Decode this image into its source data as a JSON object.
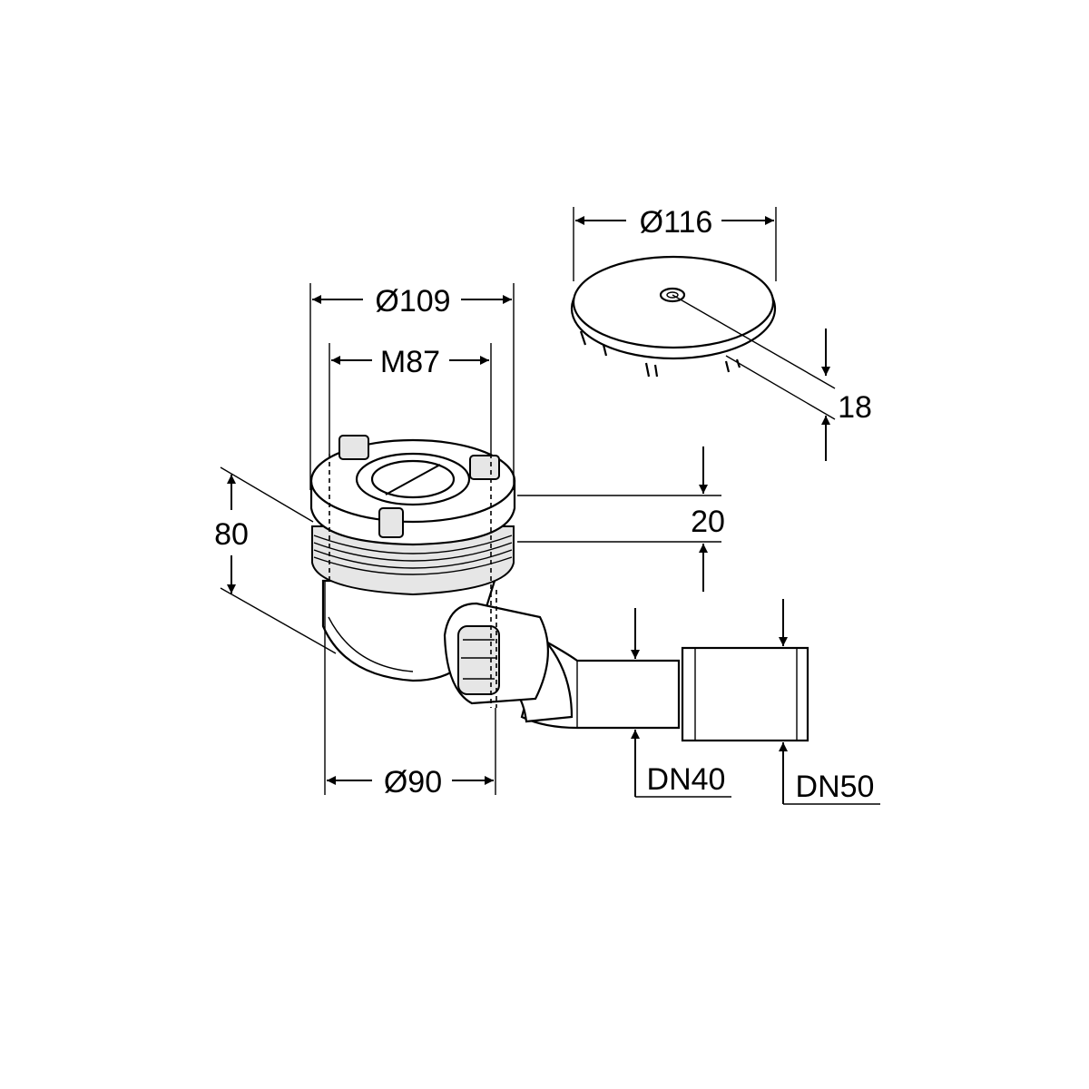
{
  "dimensions": {
    "cover_diameter": "Ø116",
    "cover_height": "18",
    "flange_diameter": "Ø109",
    "thread": "M87",
    "flange_height": "20",
    "body_height": "80",
    "body_diameter": "Ø90",
    "outlet_small": "DN40",
    "outlet_large": "DN50"
  }
}
